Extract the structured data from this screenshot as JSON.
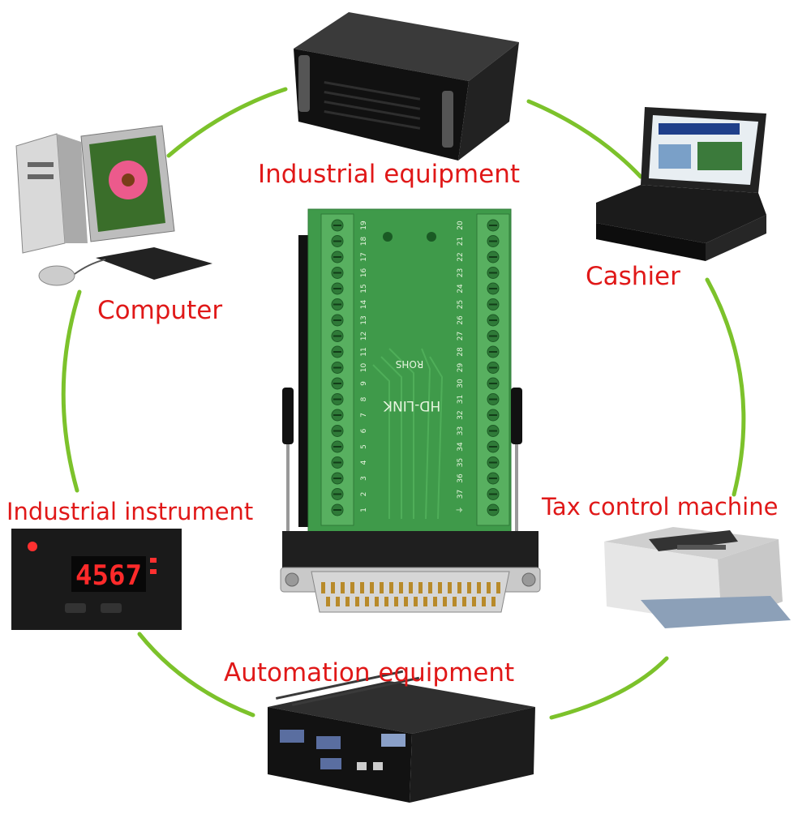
{
  "labels": {
    "industrial_equipment": "Industrial equipment",
    "cashier": "Cashier",
    "computer": "Computer",
    "industrial_instrument": "Industrial instrument",
    "tax_control_machine": "Tax control machine",
    "automation_equipment": "Automation equipment"
  },
  "board": {
    "brand": "HD-LINK",
    "mark": "ROHS",
    "left_pins": [
      "1",
      "2",
      "3",
      "4",
      "5",
      "6",
      "7",
      "8",
      "9",
      "10",
      "11",
      "12",
      "13",
      "14",
      "15",
      "16",
      "17",
      "18",
      "19"
    ],
    "right_pins": [
      "20",
      "21",
      "22",
      "23",
      "24",
      "25",
      "26",
      "27",
      "28",
      "29",
      "30",
      "31",
      "32",
      "33",
      "34",
      "35",
      "36",
      "37",
      "⏚"
    ]
  },
  "meter": {
    "display": "4567"
  },
  "colors": {
    "label": "#e01818",
    "ring": "#7cc22b",
    "board": "#3f9a4a",
    "terminal": "#58b060"
  }
}
